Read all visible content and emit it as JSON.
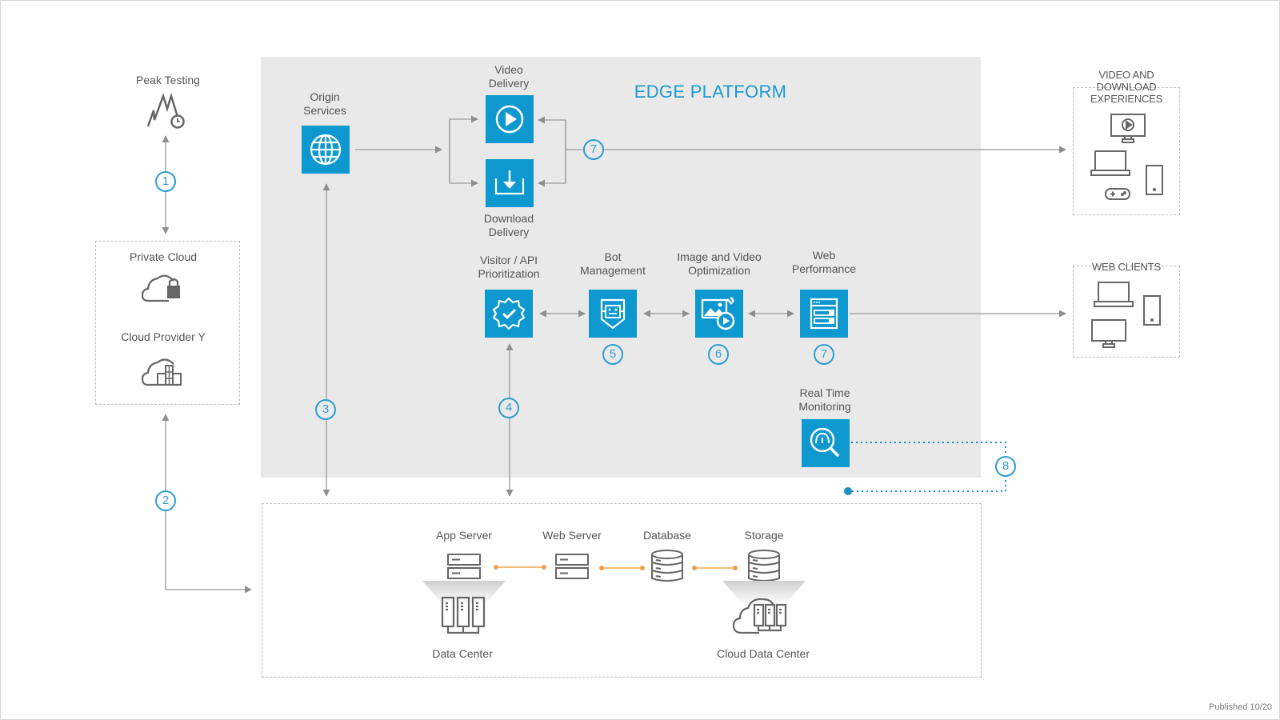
{
  "title": "EDGE PLATFORM",
  "footer": "Published 10/20",
  "left": {
    "peak_testing": "Peak Testing",
    "private_cloud": "Private Cloud",
    "cloud_provider": "Cloud Provider Y"
  },
  "edge": {
    "origin_services": "Origin\nServices",
    "video_delivery": "Video\nDelivery",
    "download_delivery": "Download\nDelivery",
    "visitor_api": "Visitor / API\nPrioritization",
    "bot_management": "Bot\nManagement",
    "image_video": "Image and Video\nOptimization",
    "web_performance": "Web\nPerformance",
    "real_time_monitoring": "Real Time\nMonitoring"
  },
  "right": {
    "video_download_experiences": "VIDEO AND\nDOWNLOAD\nEXPERIENCES",
    "web_clients": "WEB CLIENTS"
  },
  "infra": {
    "app_server": "App Server",
    "web_server": "Web Server",
    "database": "Database",
    "storage": "Storage",
    "data_center": "Data Center",
    "cloud_data_center": "Cloud Data Center"
  },
  "steps": [
    "1",
    "2",
    "3",
    "4",
    "5",
    "6",
    "7",
    "7",
    "8"
  ],
  "colors": {
    "accent": "#0d98cf",
    "step": "#2d9dd2",
    "connector": "#f0a24a",
    "line": "#9a9a9a",
    "panel": "#e9e9e9"
  }
}
